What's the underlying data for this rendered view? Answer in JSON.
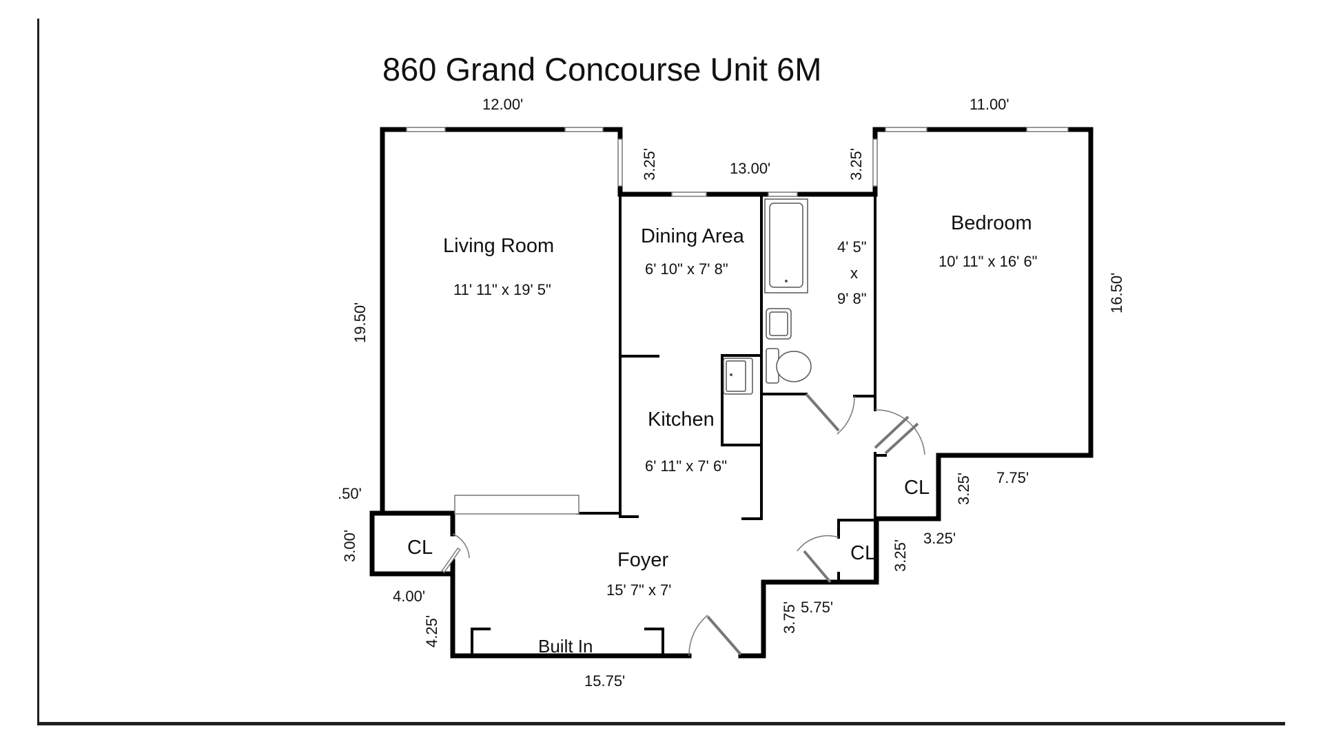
{
  "title": "860 Grand Concourse Unit 6M",
  "rooms": {
    "living": {
      "name": "Living Room",
      "size": "11' 11\" x 19' 5\""
    },
    "dining": {
      "name": "Dining Area",
      "size": "6' 10\" x 7' 8\""
    },
    "kitchen": {
      "name": "Kitchen",
      "size": "6' 11\" x 7' 6\""
    },
    "bath": {
      "w": "4' 5\"",
      "x": "x",
      "h": "9' 8\""
    },
    "bedroom": {
      "name": "Bedroom",
      "size": "10' 11\" x 16' 6\""
    },
    "foyer": {
      "name": "Foyer",
      "size": "15' 7\" x 7'"
    },
    "closet_left": {
      "name": "CL"
    },
    "closet_right_upper": {
      "name": "CL"
    },
    "closet_right_lower": {
      "name": "CL"
    },
    "built_in": {
      "name": "Built In"
    }
  },
  "measurements": {
    "living_top": "12.00'",
    "bedroom_top": "11.00'",
    "center_top": "13.00'",
    "left_notch": "3.25'",
    "right_notch": "3.25'",
    "living_left": "19.50'",
    "bedroom_right": "16.50'",
    "small_left": ".50'",
    "closet_left_h": "3.00'",
    "closet_left_w": "4.00'",
    "foyer_left": "4.25'",
    "foyer_bottom": "15.75'",
    "foyer_right_v": "3.75'",
    "foyer_right_h": "5.75'",
    "step_lower_v": "3.25'",
    "step_lower_h": "3.25'",
    "step_upper_v": "3.25'",
    "bedroom_bottom": "7.75'"
  }
}
